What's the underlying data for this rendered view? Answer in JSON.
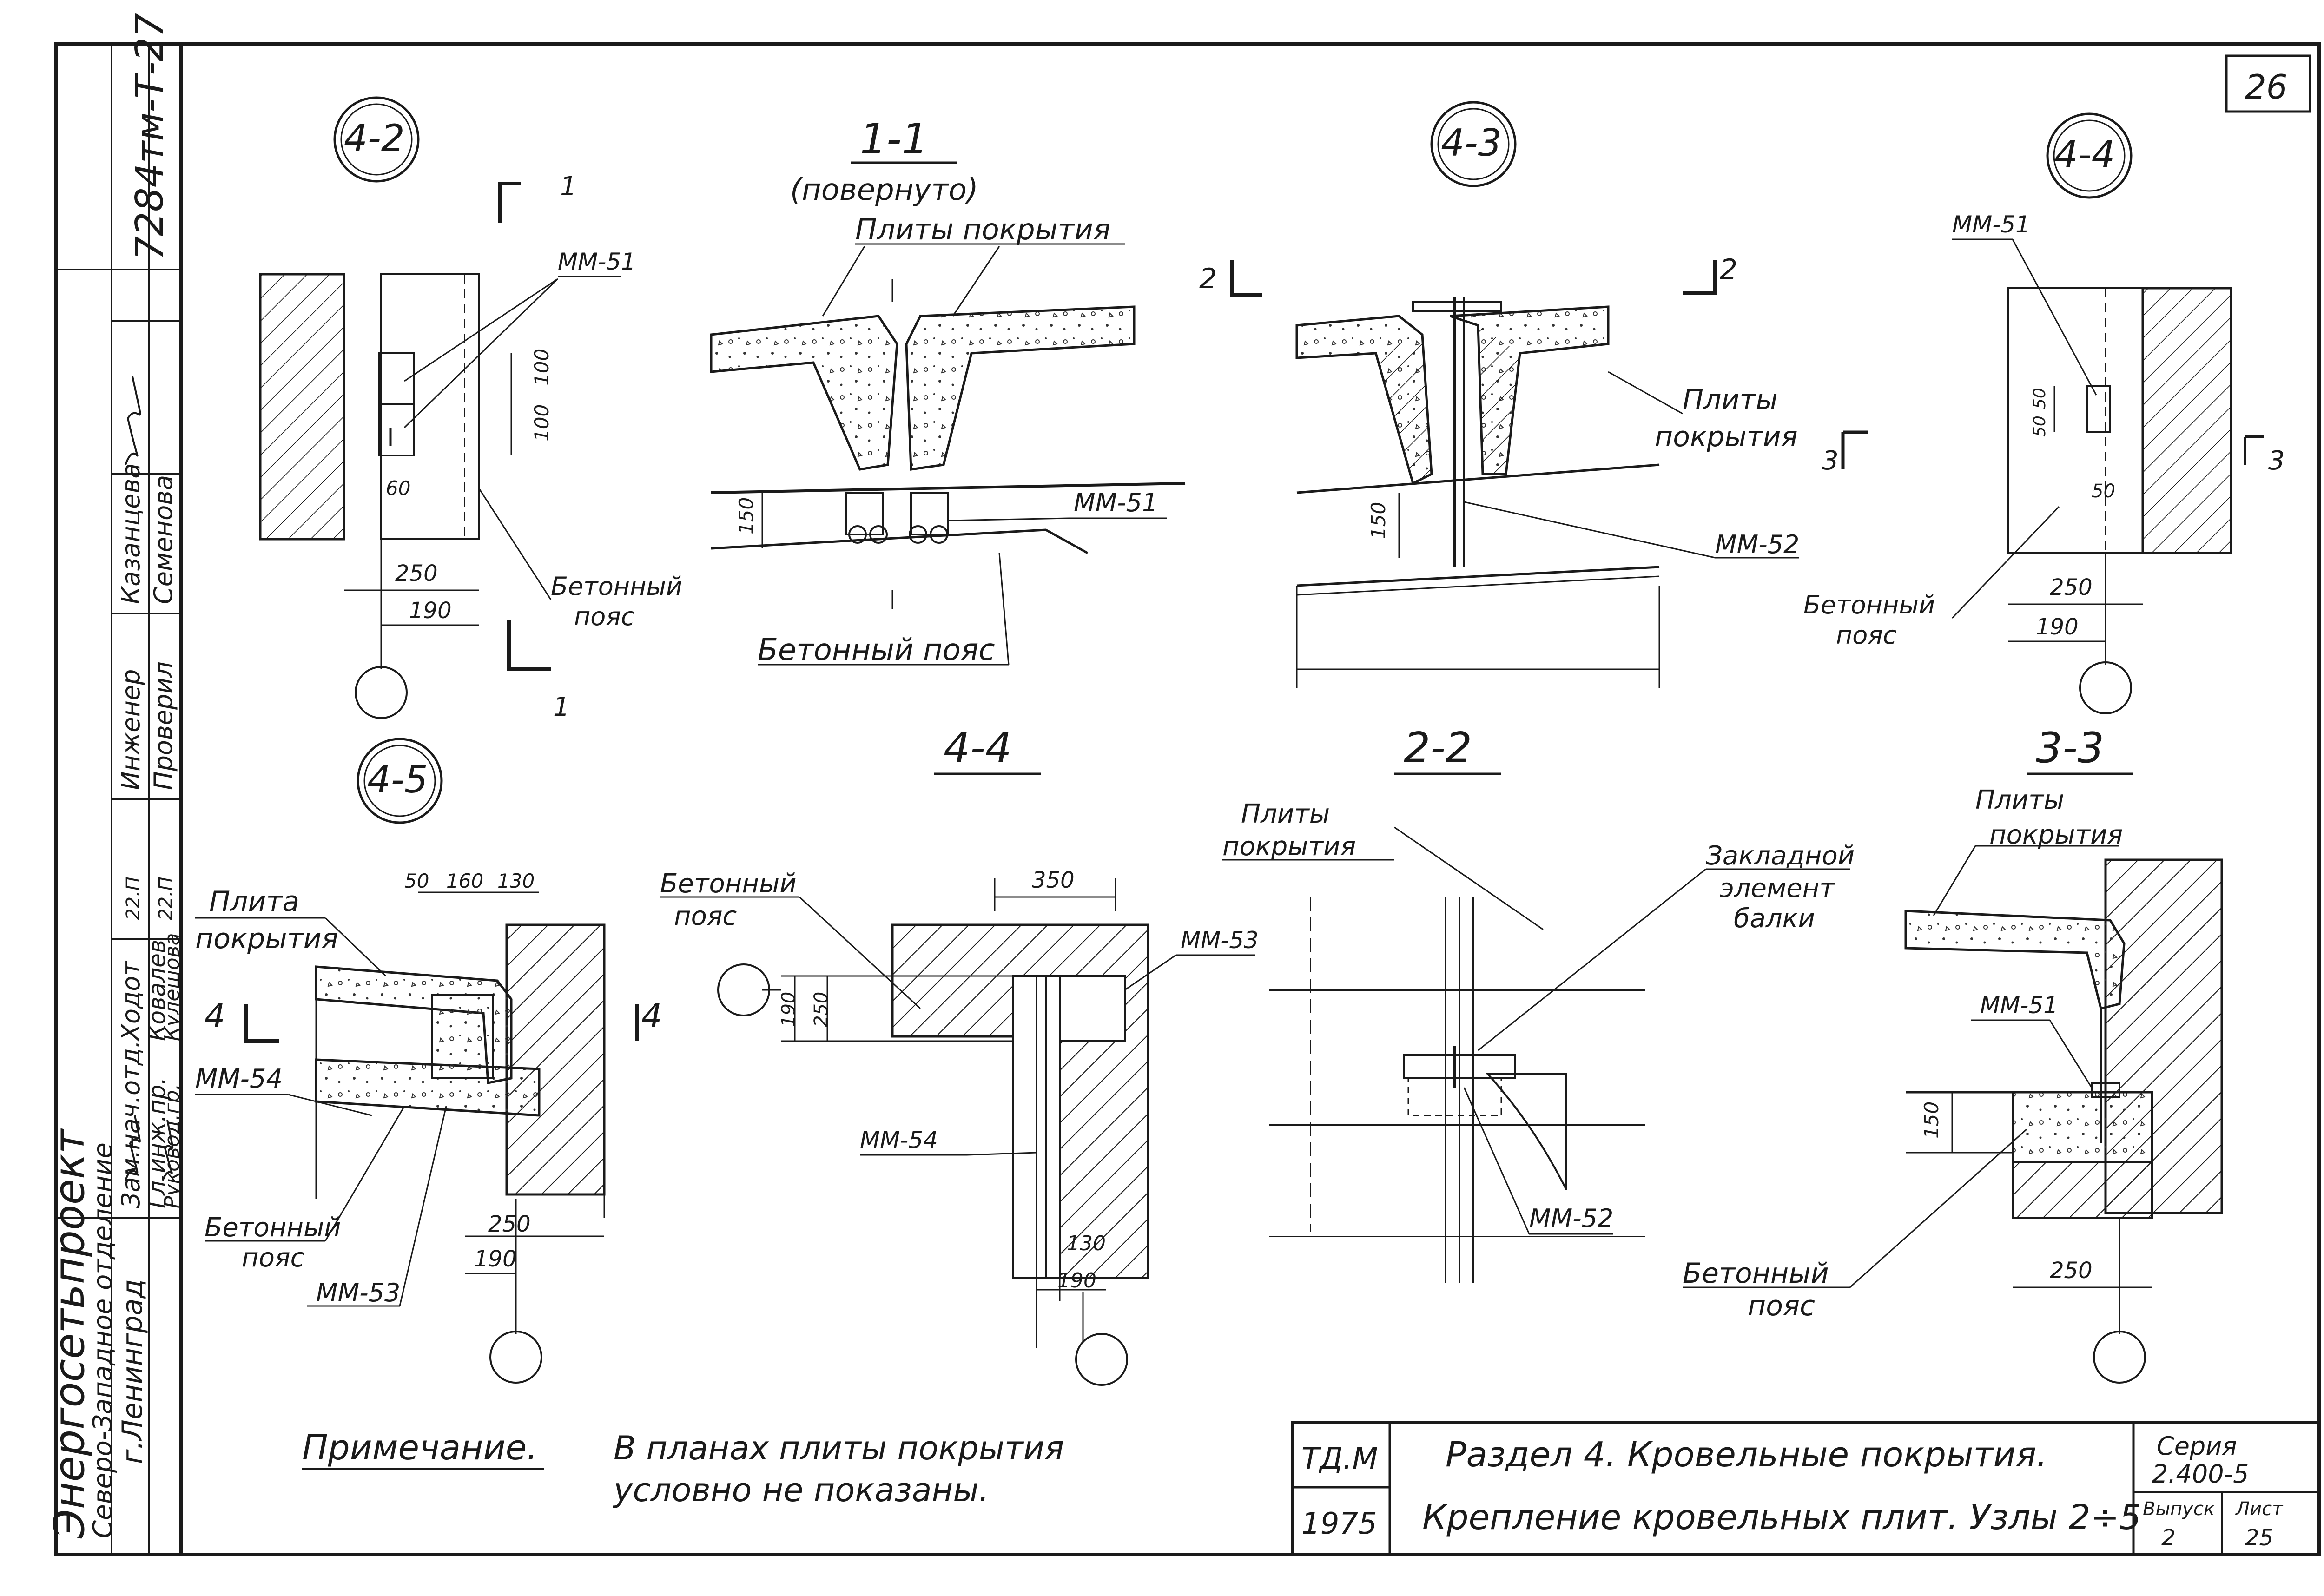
{
  "sheet": {
    "page_number": "26",
    "drawing_code": "7284тм-Т-27",
    "organization": {
      "name": "Энергосетьпроект",
      "department": "Северо-Западное отделение",
      "city": "г.Ленинград"
    },
    "signatures": [
      {
        "role": "Зам.нач.отд.",
        "name": "Ходот"
      },
      {
        "role": "Гл.инж.пр.",
        "name": "Ковалев"
      },
      {
        "role": "Руковод.гр.",
        "name": "Кулешова"
      },
      {
        "role": "Инженер",
        "name": "Казанцева"
      },
      {
        "role": "Проверил",
        "name": "Семенова"
      }
    ],
    "dates": [
      "22.П",
      "22.П"
    ]
  },
  "nodes": {
    "n42": {
      "tag": "4-2",
      "section_mark": "1",
      "label_mm": "ММ-51",
      "dims": [
        "100",
        "100",
        "60",
        "250",
        "190"
      ],
      "label_belt": [
        "Бетонный",
        "пояс"
      ]
    },
    "s11": {
      "title": "1-1",
      "subtitle": "(повернуто)",
      "label_slabs": "Плиты покрытия",
      "label_mm": "ММ-51",
      "dim": "150",
      "label_belt": "Бетонный пояс"
    },
    "n43": {
      "tag": "4-3",
      "section_mark": "2",
      "label_slabs": [
        "Плиты",
        "покрытия"
      ],
      "label_mm": "ММ-52",
      "dim": "150"
    },
    "n44": {
      "tag": "4-4",
      "section_mark": "3",
      "label_mm": "ММ-51",
      "dims": [
        "50",
        "50",
        "50",
        "250",
        "190"
      ],
      "label_belt": [
        "Бетонный",
        "пояс"
      ]
    },
    "n45": {
      "tag": "4-5",
      "section_mark": "4",
      "label_slab": [
        "Плита",
        "покрытия"
      ],
      "label_mm54": "ММ-54",
      "label_mm53": "ММ-53",
      "dims": [
        "50",
        "160",
        "130",
        "250",
        "190"
      ],
      "label_belt": [
        "Бетонный",
        "пояс"
      ]
    },
    "s44": {
      "title": "4-4",
      "label_belt": [
        "Бетонный",
        "пояс"
      ],
      "label_mm53": "ММ-53",
      "label_mm54": "ММ-54",
      "dims": [
        "350",
        "190",
        "250",
        "130",
        "190"
      ]
    },
    "s22": {
      "title": "2-2",
      "label_slabs": [
        "Плиты",
        "покрытия"
      ],
      "label_embed": [
        "Закладной",
        "элемент",
        "балки"
      ],
      "label_mm": "ММ-52"
    },
    "s33": {
      "title": "3-3",
      "label_slabs": [
        "Плиты",
        "покрытия"
      ],
      "label_mm": "ММ-51",
      "dims": [
        "150",
        "250"
      ],
      "label_belt": [
        "Бетонный",
        "пояс"
      ]
    }
  },
  "note": {
    "title": "Примечание.",
    "lines": [
      "В планах плиты покрытия",
      "условно не показаны."
    ]
  },
  "stamp": {
    "org": "ТД.М",
    "year": "1975",
    "line1": "Раздел 4.   Кровельные покрытия.",
    "line2": "Крепление кровельных плит. Узлы 2÷5",
    "series_label": "Серия",
    "series_value": "2.400-5",
    "issue_label": "Выпуск",
    "issue_value": "2",
    "sheet_label": "Лист",
    "sheet_value": "25"
  }
}
